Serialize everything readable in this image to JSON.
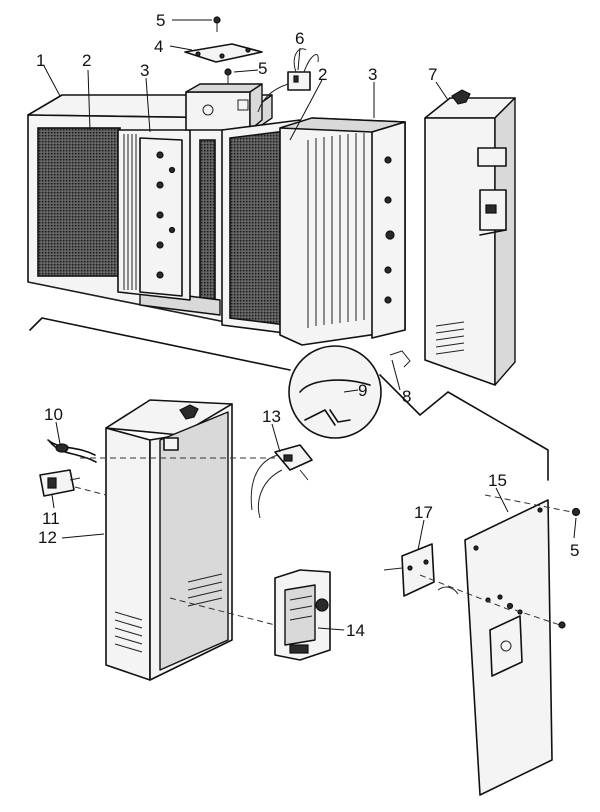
{
  "callouts": [
    {
      "id": "1",
      "text": "1"
    },
    {
      "id": "2a",
      "text": "2"
    },
    {
      "id": "2b",
      "text": "2"
    },
    {
      "id": "3a",
      "text": "3"
    },
    {
      "id": "3b",
      "text": "3"
    },
    {
      "id": "4",
      "text": "4"
    },
    {
      "id": "5a",
      "text": "5"
    },
    {
      "id": "5b",
      "text": "5"
    },
    {
      "id": "5c",
      "text": "5"
    },
    {
      "id": "6",
      "text": "6"
    },
    {
      "id": "7",
      "text": "7"
    },
    {
      "id": "8",
      "text": "8"
    },
    {
      "id": "9",
      "text": "9"
    },
    {
      "id": "10",
      "text": "10"
    },
    {
      "id": "11",
      "text": "11"
    },
    {
      "id": "12",
      "text": "12"
    },
    {
      "id": "13",
      "text": "13"
    },
    {
      "id": "14",
      "text": "14"
    },
    {
      "id": "15",
      "text": "15"
    },
    {
      "id": "17",
      "text": "17"
    }
  ]
}
